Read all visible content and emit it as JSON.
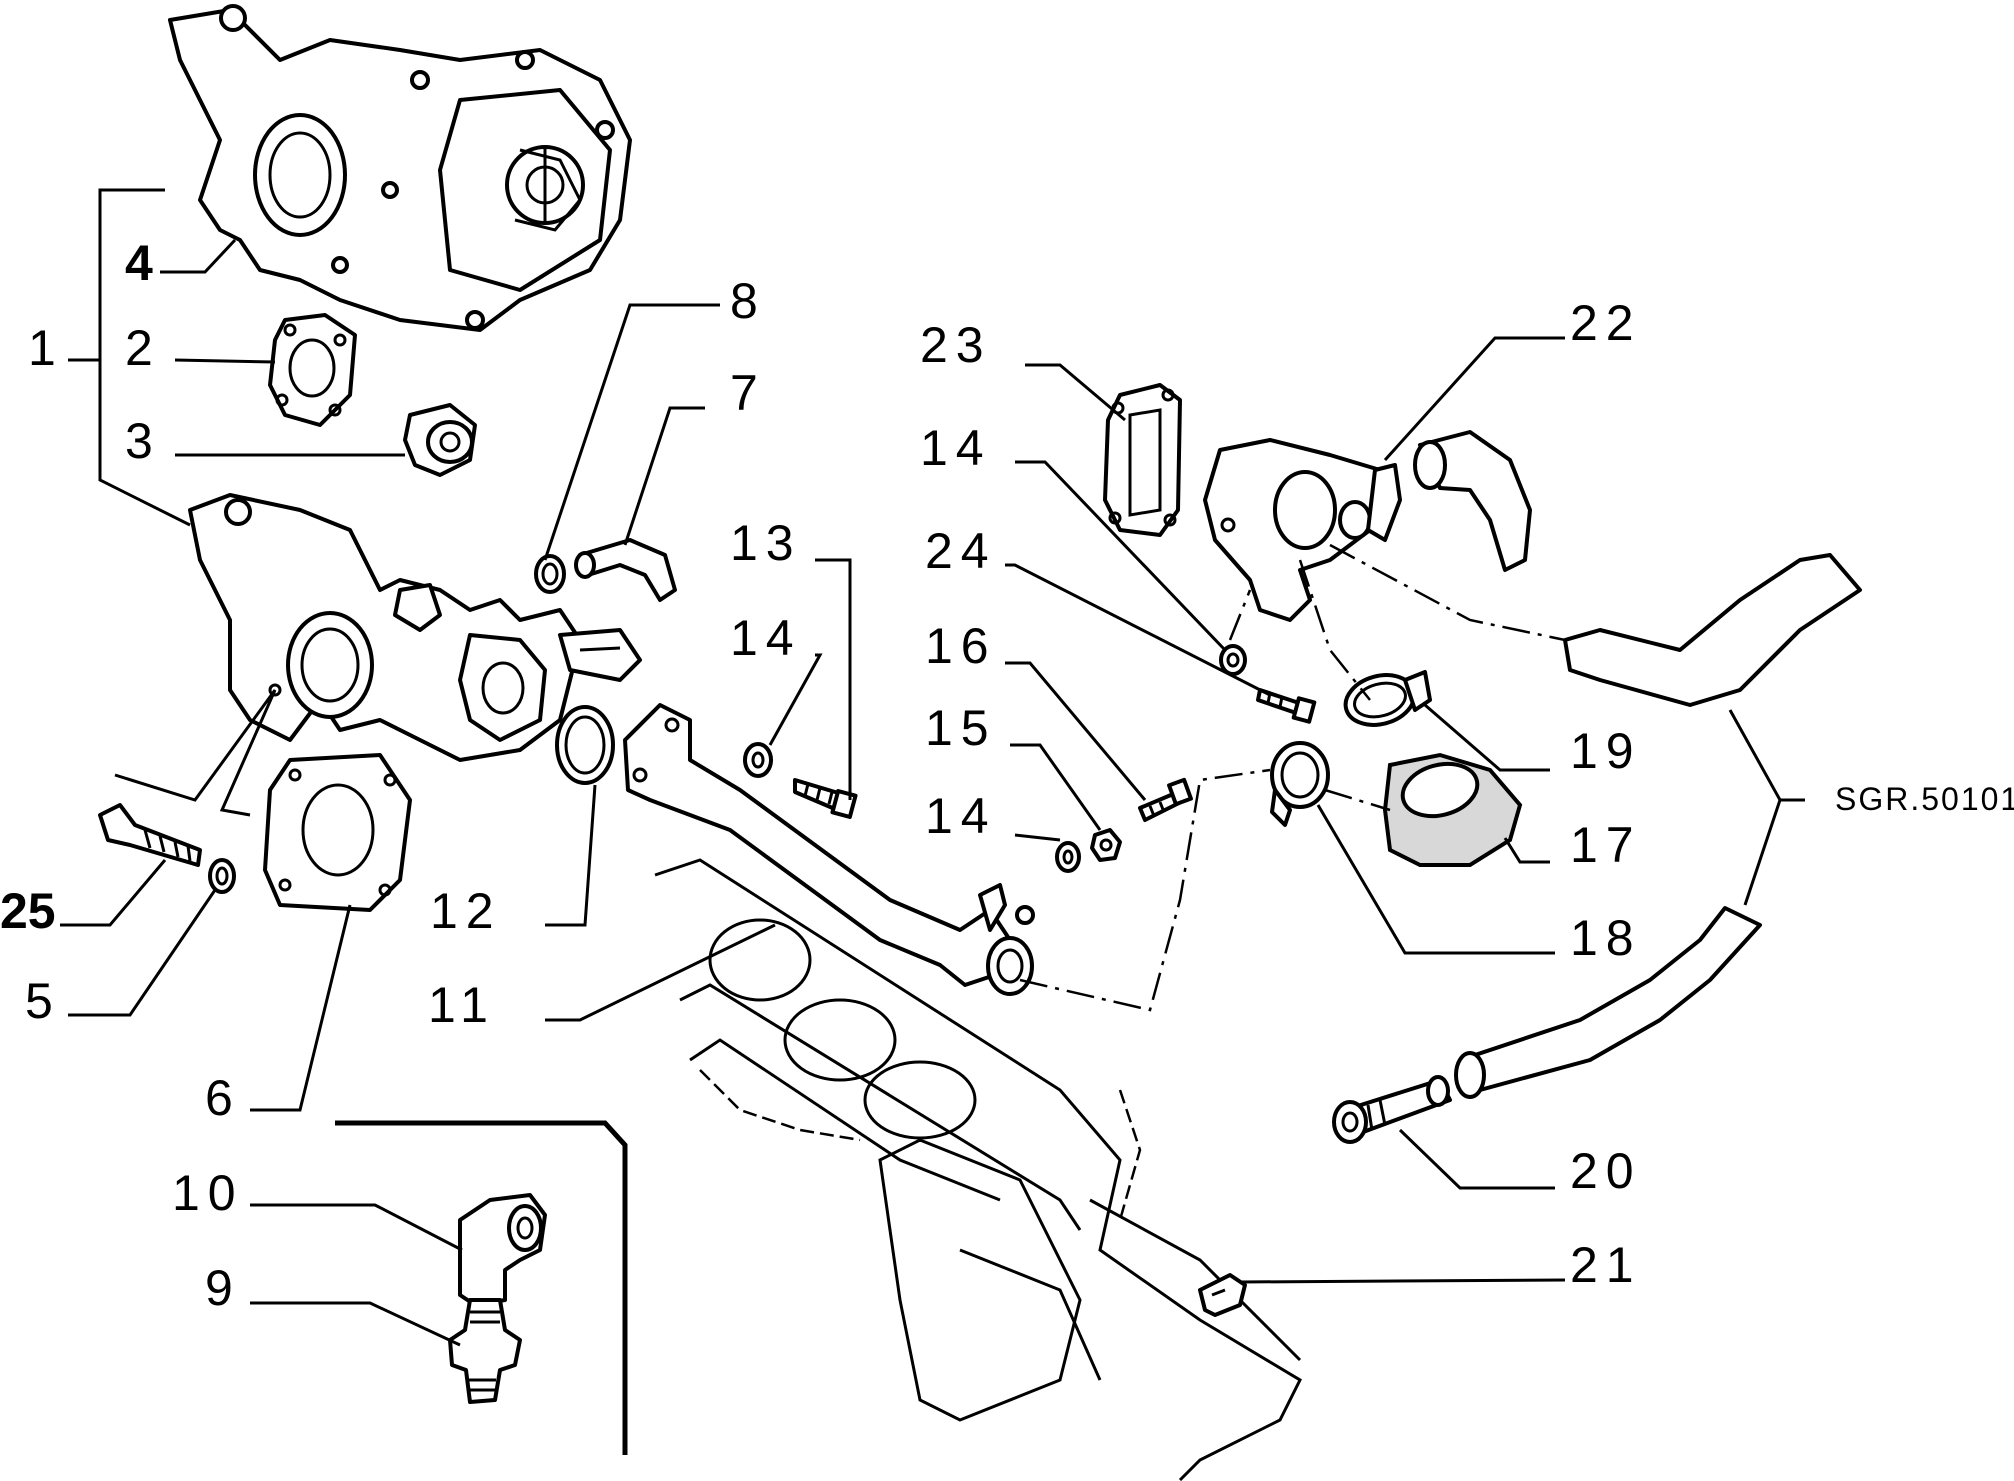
{
  "diagram": {
    "reference_code": "SGR.50101",
    "callouts": [
      {
        "id": "label-1",
        "text": "1"
      },
      {
        "id": "label-2",
        "text": "2"
      },
      {
        "id": "label-3",
        "text": "3"
      },
      {
        "id": "label-4",
        "text": "4"
      },
      {
        "id": "label-5",
        "text": "5"
      },
      {
        "id": "label-6",
        "text": "6"
      },
      {
        "id": "label-7",
        "text": "7"
      },
      {
        "id": "label-8",
        "text": "8"
      },
      {
        "id": "label-9",
        "text": "9"
      },
      {
        "id": "label-10",
        "text": "10"
      },
      {
        "id": "label-11",
        "text": "11"
      },
      {
        "id": "label-12",
        "text": "12"
      },
      {
        "id": "label-13",
        "text": "13"
      },
      {
        "id": "label-14a",
        "text": "14"
      },
      {
        "id": "label-14b",
        "text": "14"
      },
      {
        "id": "label-14c",
        "text": "14"
      },
      {
        "id": "label-15",
        "text": "15"
      },
      {
        "id": "label-16",
        "text": "16"
      },
      {
        "id": "label-17",
        "text": "17"
      },
      {
        "id": "label-18",
        "text": "18"
      },
      {
        "id": "label-19",
        "text": "19"
      },
      {
        "id": "label-20",
        "text": "20"
      },
      {
        "id": "label-21",
        "text": "21"
      },
      {
        "id": "label-22",
        "text": "22"
      },
      {
        "id": "label-23",
        "text": "23"
      },
      {
        "id": "label-24",
        "text": "24"
      },
      {
        "id": "label-25",
        "text": "25"
      }
    ]
  }
}
